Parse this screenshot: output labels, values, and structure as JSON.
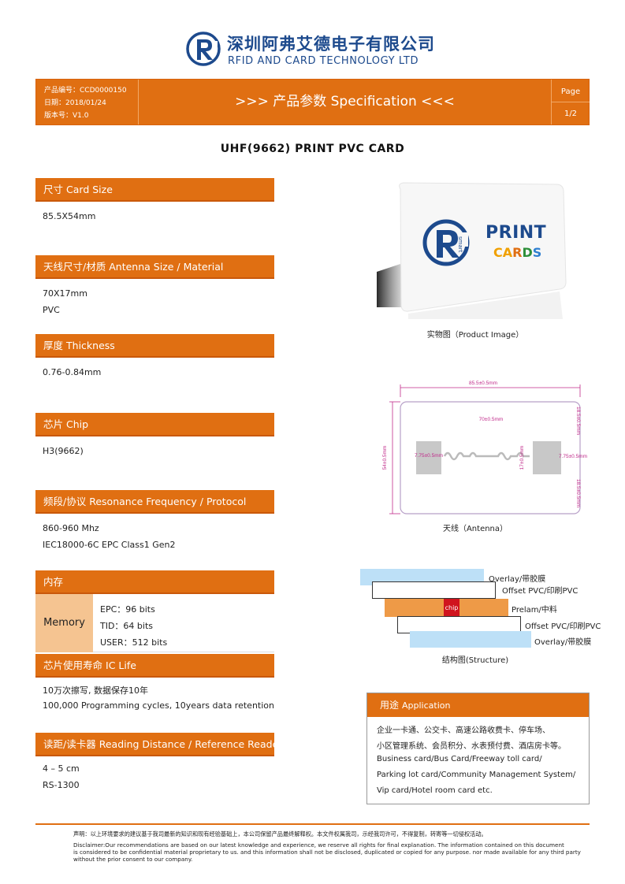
{
  "header": {
    "company_cn": "深圳阿弗艾德电子有限公司",
    "company_en": "RFID AND CARD TECHNOLOGY LTD",
    "logo_text": "smart",
    "product_no": "产品编号：CCD0000150",
    "date": "日期：2018/01/24",
    "version": "版本号：V1.0",
    "banner": ">>> 产品参数 Specification <<<",
    "page_label": "Page",
    "page_num": "1/2"
  },
  "title": "UHF(9662) PRINT PVC CARD",
  "specs": {
    "size": {
      "cn": "尺寸",
      "en": "Card Size",
      "lines": [
        "85.5X54mm"
      ]
    },
    "antenna": {
      "cn": "天线尺寸/材质",
      "en": "Antenna Size / Material",
      "lines": [
        "70X17mm",
        "PVC"
      ]
    },
    "thickness": {
      "cn": "厚度",
      "en": "Thickness",
      "lines": [
        "0.76-0.84mm"
      ]
    },
    "chip": {
      "cn": "芯片",
      "en": "Chip",
      "lines": [
        "H3(9662)"
      ]
    },
    "frequency": {
      "cn": "频段/协议",
      "en": "Resonance Frequency / Protocol",
      "lines": [
        "860-960 Mhz",
        "IEC18000-6C EPC Class1 Gen2"
      ]
    },
    "memory": {
      "cn": "内存",
      "label": "Memory",
      "lines": [
        "EPC：96 bits",
        "TID：64 bits",
        "USER：512 bits"
      ]
    },
    "life": {
      "cn": "芯片使用寿命",
      "en": "IC Life",
      "lines": [
        "10万次擦写, 数据保存10年",
        "100,000 Programming cycles, 10years data retention"
      ]
    },
    "reader": {
      "cn": "读距/读卡器",
      "en": "Reading Distance / Reference Reader",
      "lines": [
        "4 – 5 cm",
        "RS-1300"
      ]
    }
  },
  "product_image": {
    "card_text_1": "PRINT",
    "card_text_2": "CARDS",
    "logo_small": "smart",
    "caption": "实物图（Product Image）"
  },
  "antenna_diagram": {
    "width": "85.5±0.5mm",
    "inner_width": "70±0.5mm",
    "height": "54±0.5mm",
    "top_margin": "18.5±0.5mm",
    "bottom_margin": "18.5±0.5mm",
    "inner_height": "17±0.5mm",
    "left_margin": "7.75±0.5mm",
    "right_margin": "7.75±0.5mm",
    "caption": "天线（Antenna）"
  },
  "structure": {
    "layers": [
      "Overlay/带胶膜",
      "Offset PVC/印刷PVC",
      "Prelam/中料",
      "Offset PVC/印刷PVC",
      "Overlay/带胶膜"
    ],
    "chip": "chip",
    "caption": "结构图(Structure)"
  },
  "usage": {
    "cn": "用途",
    "en": "Application",
    "lines": [
      "企业一卡通、公交卡、高速公路收费卡、停车场、",
      "小区管理系统、会员积分、水表预付费、酒店房卡等。",
      "Business card/Bus Card/Freeway toll card/",
      "Parking lot card/Community Management System/",
      "Vip card/Hotel room card etc."
    ]
  },
  "footer": {
    "cn": "声明：以上环境要求的建议基于我司最新的知识和现有经验基础上，本公司保留产品最终解释权。本文件权属我司，示经我司许可，不得复制，转寄等一切侵权活动。",
    "en_lines": [
      "Disclaimer:Our recommendations are based on our latest knowledge and experience, we reserve all rights for final explanation. The information contained on this document",
      "is considered to be confidential material proprietary to us. and this information shall not be disclosed, duplicated or copied for any purpose. nor made available for any third party",
      "without the prior consent to our company."
    ]
  },
  "colors": {
    "orange": "#e06f12",
    "light_orange": "#f5c491",
    "blue": "#1d4a8d",
    "pink": "#c02a8a",
    "light_blue": "#bde0f7"
  }
}
